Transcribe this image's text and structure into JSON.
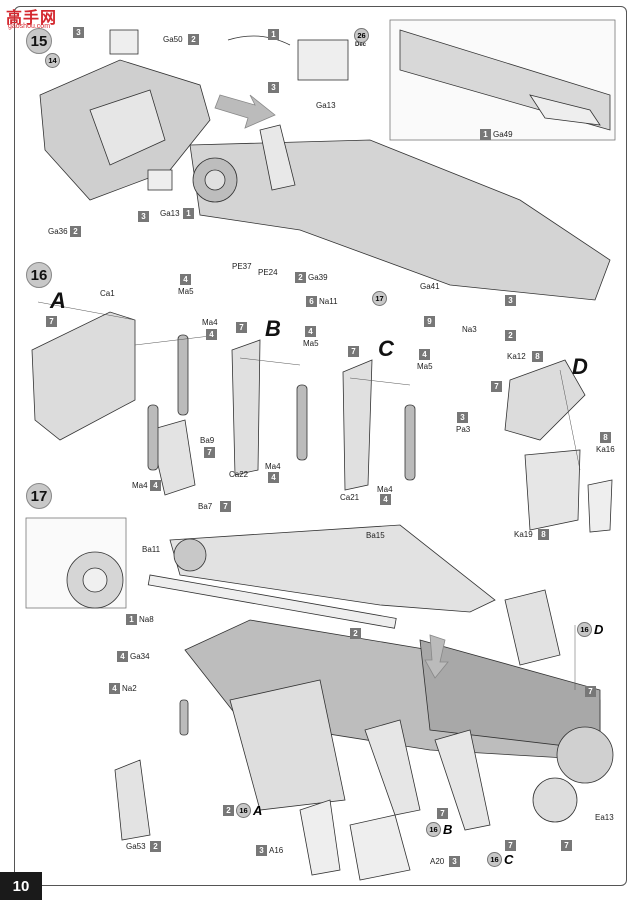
{
  "page_number": "10",
  "watermark": {
    "brand": "高手网",
    "url": "gaoshou.com"
  },
  "steps": {
    "s15": "15",
    "s16": "16",
    "s17": "17"
  },
  "section_letters": {
    "a": "A",
    "b": "B",
    "c": "C",
    "d": "D"
  },
  "step15": {
    "ga50": {
      "q": "2",
      "text": "Ga50"
    },
    "q3_top": "3",
    "c14": "14",
    "q1_panel": "1",
    "q3_panel": "3",
    "ga13_panel": "Ga13",
    "c26": "26",
    "dec": "Dec",
    "ga49": {
      "q": "1",
      "text": "Ga49"
    },
    "ga36": {
      "q": "2",
      "text": "Ga36"
    },
    "q3_left": "3",
    "ga13": {
      "q": "1",
      "text": "Ga13"
    },
    "pe37": "PE37",
    "pe24": "PE24",
    "ga39": {
      "q": "2",
      "text": "Ga39"
    },
    "na11": {
      "q": "6",
      "text": "Na11"
    },
    "c17": "17",
    "ga41": "Ga41",
    "q3_right": "3",
    "q9": "9",
    "na3": "Na3",
    "q2_right": "2"
  },
  "step16": {
    "a_ca1": "Ca1",
    "a_ma5": {
      "q": "4",
      "text": "Ma5"
    },
    "a_ma4_top": {
      "q": "4",
      "text": "Ma4"
    },
    "a_q7": "7",
    "a_ba9": {
      "q": "7",
      "text": "Ba9"
    },
    "a_ma4_bot": {
      "q": "4",
      "text": "Ma4"
    },
    "a_ba7": {
      "q": "7",
      "text": "Ba7"
    },
    "b_q7": "7",
    "b_ma5": {
      "q": "4",
      "text": "Ma5"
    },
    "b_ca22": "Ca22",
    "b_ma4": {
      "q": "4",
      "text": "Ma4"
    },
    "c_q7": "7",
    "c_ma5": {
      "q": "4",
      "text": "Ma5"
    },
    "c_ca21": "Ca21",
    "c_ma4": {
      "q": "4",
      "text": "Ma4"
    },
    "d_ka12": {
      "q": "8",
      "text": "Ka12"
    },
    "d_q7": "7",
    "d_pa3": {
      "q": "3",
      "text": "Pa3"
    },
    "d_ka16": {
      "q": "8",
      "text": "Ka16"
    },
    "d_ka19": {
      "q": "8",
      "text": "Ka19"
    }
  },
  "step17": {
    "ba11": "Ba11",
    "ba15": "Ba15",
    "na8": {
      "q": "1",
      "text": "Na8"
    },
    "q2_mid": "2",
    "ga34": {
      "q": "4",
      "text": "Ga34"
    },
    "na2": {
      "q": "4",
      "text": "Na2"
    },
    "ref_d": {
      "n": "16",
      "l": "D"
    },
    "q7_right": "7",
    "ga53": {
      "q": "2",
      "text": "Ga53"
    },
    "ref_a": {
      "q": "2",
      "n": "16",
      "l": "A"
    },
    "a16": {
      "q": "3",
      "text": "A16"
    },
    "ref_b": {
      "q": "7",
      "n": "16",
      "l": "B"
    },
    "a20": {
      "q": "3",
      "text": "A20"
    },
    "ref_c": {
      "q": "7",
      "n": "16",
      "l": "C"
    },
    "ea13": {
      "q": "7",
      "text": "Ea13"
    }
  }
}
